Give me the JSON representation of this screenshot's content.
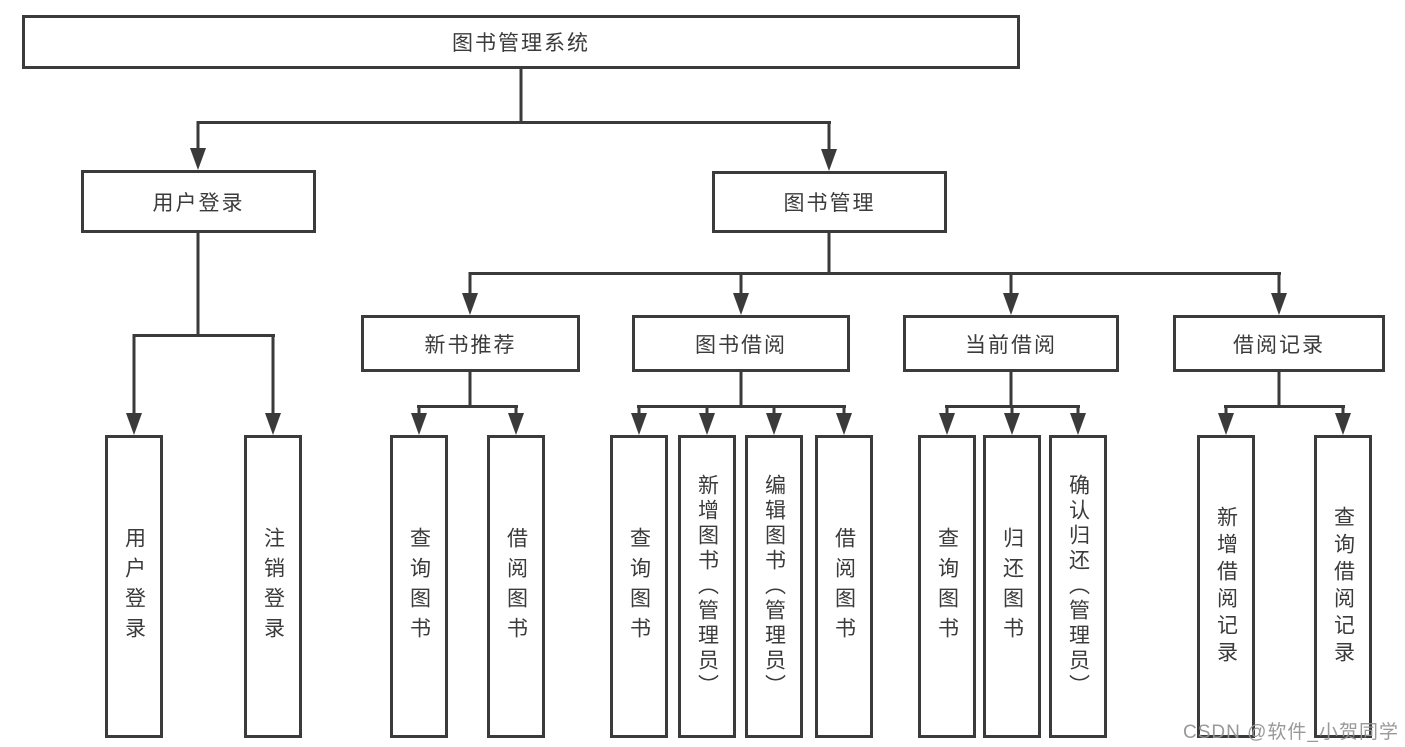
{
  "diagram": {
    "root": {
      "label": "图书管理系统"
    },
    "level2": [
      {
        "label": "用户登录"
      },
      {
        "label": "图书管理"
      }
    ],
    "level3": [
      {
        "label": "新书推荐"
      },
      {
        "label": "图书借阅"
      },
      {
        "label": "当前借阅"
      },
      {
        "label": "借阅记录"
      }
    ],
    "leaves": [
      {
        "label": "用户登录"
      },
      {
        "label": "注销登录"
      },
      {
        "label": "查询图书"
      },
      {
        "label": "借阅图书"
      },
      {
        "label": "查询图书"
      },
      {
        "label": "新增图书（管理员）"
      },
      {
        "label": "编辑图书（管理员）"
      },
      {
        "label": "借阅图书"
      },
      {
        "label": "查询图书"
      },
      {
        "label": "归还图书"
      },
      {
        "label": "确认归还（管理员）"
      },
      {
        "label": "新增借阅记录"
      },
      {
        "label": "查询借阅记录"
      }
    ]
  },
  "watermark": {
    "text": "CSDN @软件_小贺同学"
  },
  "colors": {
    "line": "#3a3a3a",
    "text": "#3b3b3b",
    "background": "#ffffff",
    "watermark": "#949494"
  }
}
